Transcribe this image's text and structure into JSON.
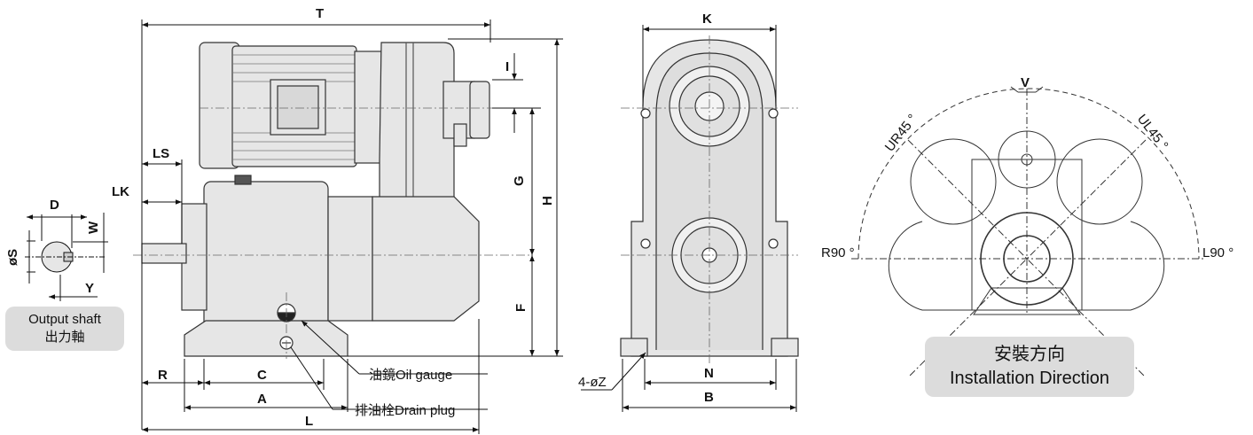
{
  "dimensions": {
    "T": "T",
    "I": "I",
    "G": "G",
    "H": "H",
    "F": "F",
    "LS": "LS",
    "LK": "LK",
    "D": "D",
    "W": "W",
    "S": "øS",
    "Y": "Y",
    "R": "R",
    "C": "C",
    "A": "A",
    "L": "L",
    "K": "K",
    "N": "N",
    "B": "B",
    "Z": "4-øZ",
    "V": "V"
  },
  "callouts": {
    "oil_gauge": "油鏡Oil gauge",
    "drain_plug": "排油栓Drain plug"
  },
  "output_shaft": {
    "line1": "Output shaft",
    "line2": "出力軸"
  },
  "installation": {
    "title_zh": "安裝方向",
    "title_en": "Installation Direction",
    "angles": {
      "ur45": "UR45 °",
      "ul45": "UL45 °",
      "r90": "R90 °",
      "l90": "L90 °"
    }
  }
}
